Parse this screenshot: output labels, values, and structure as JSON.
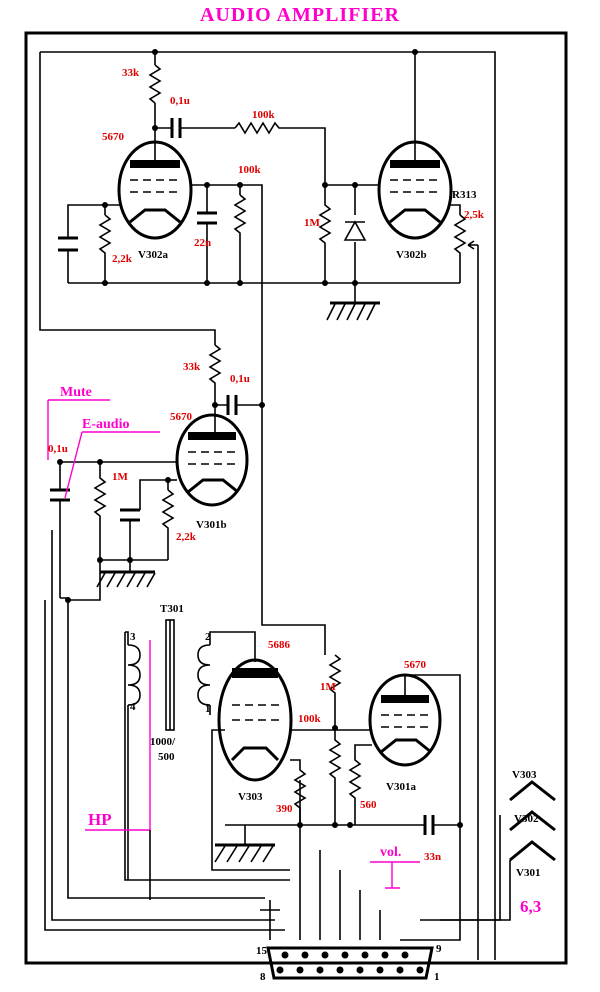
{
  "title": "AUDIO   AMPLIFIER",
  "labels": {
    "r33k_top": "33k",
    "c01u_top": "0,1u",
    "r100k_top": "100k",
    "v302a_type": "5670",
    "r100k_mid": "100k",
    "r1m_v302b": "1M",
    "c22n": "22n",
    "r22k_v302a": "2,2k",
    "v302a": "V302a",
    "v302b": "V302b",
    "r313": "R313",
    "r25k": "2,5k",
    "mute": "Mute",
    "eaudio": "E-audio",
    "r33k_v301b": "33k",
    "c01u_v301b": "0,1u",
    "v301b_type": "5670",
    "c01u_in": "0,1u",
    "r1m_v301b": "1M",
    "r22k_v301b": "2,2k",
    "v301b": "V301b",
    "t301": "T301",
    "pin3": "3",
    "pin4": "4",
    "pin2": "2",
    "pin1": "1",
    "ratio_a": "1000/",
    "ratio_b": "500",
    "v303_type": "5686",
    "r1m_v301a": "1M",
    "v301a_type": "5670",
    "r100k_v301a": "100k",
    "v303": "V303",
    "v301a": "V301a",
    "r390": "390",
    "r560": "560",
    "hp": "HP",
    "vol": "vol.",
    "c33n": "33n",
    "fil_v303": "V303",
    "fil_v302": "V302",
    "fil_v301": "V301",
    "fil_volt": "6,3",
    "conn_15": "15",
    "conn_9": "9",
    "conn_8": "8",
    "conn_1": "1"
  }
}
